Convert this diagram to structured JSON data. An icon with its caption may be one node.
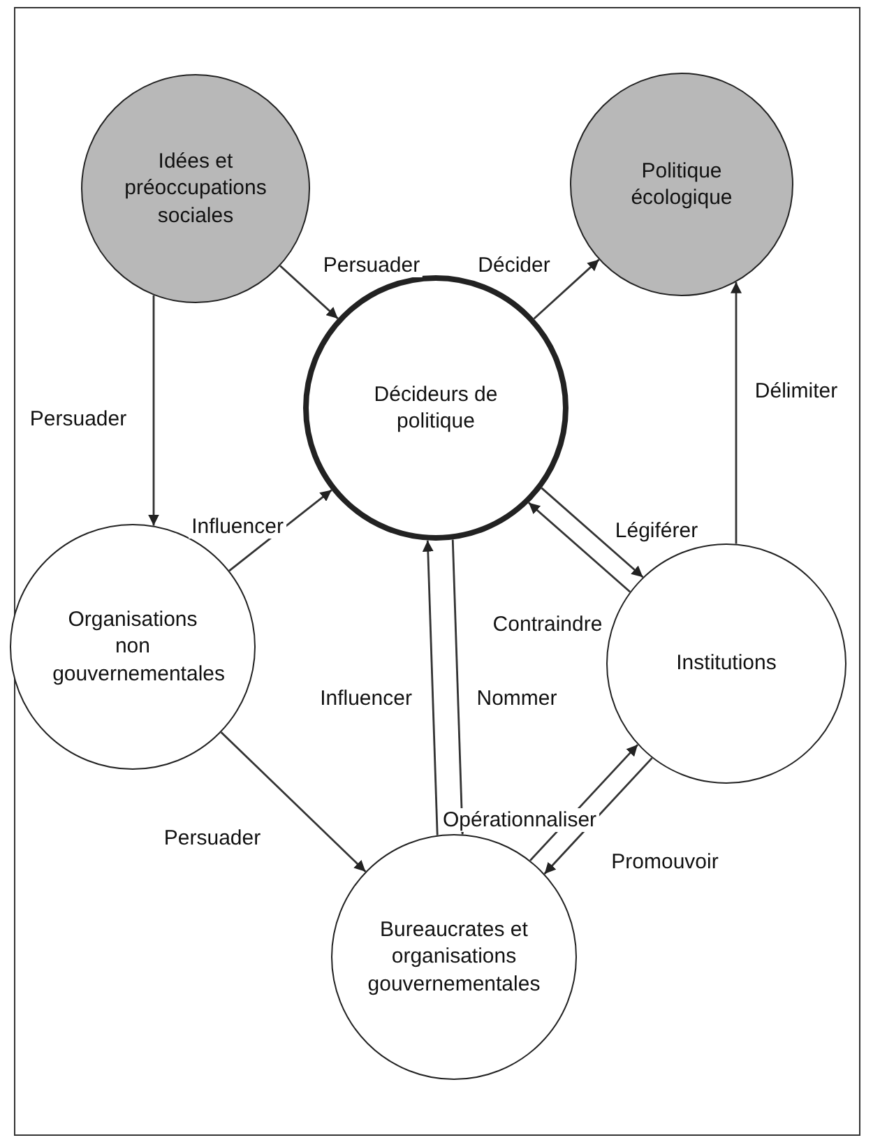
{
  "diagram": {
    "nodes": [
      {
        "text": [
          "Idées et préoccupations sociales"
        ]
      },
      {
        "text": [
          "Politique écologique"
        ]
      },
      {
        "text": [
          "Décideurs de politique"
        ]
      },
      {
        "text": [
          "Organisations non gouvernementales"
        ]
      },
      {
        "text": [
          "Institutions"
        ]
      },
      {
        "text": [
          "Bureaucrates et organisations gouvernementales"
        ]
      }
    ],
    "edges": [
      {
        "from": 0,
        "to": 2,
        "arrow": "to",
        "label": "Persuader"
      },
      {
        "from": 2,
        "to": 1,
        "arrow": "to",
        "label": "Décider"
      },
      {
        "from": 0,
        "to": 3,
        "arrow": "to",
        "label": "Persuader"
      },
      {
        "from": 4,
        "to": 1,
        "arrow": "to",
        "label": "Délimiter"
      },
      {
        "from": 3,
        "to": 2,
        "arrow": "to",
        "label": "Influencer"
      },
      {
        "from": 2,
        "to": 4,
        "arrow": "to",
        "label": "Légiférer"
      },
      {
        "from": 4,
        "to": 2,
        "arrow": "to",
        "label": "Contraindre"
      },
      {
        "from": 5,
        "to": 2,
        "arrow": "to",
        "label": "Influencer"
      },
      {
        "from": 2,
        "to": 5,
        "arrow": "to",
        "label": "Nommer"
      },
      {
        "from": 5,
        "to": 4,
        "arrow": "to",
        "label": "Opérationnaliser"
      },
      {
        "from": 4,
        "to": 5,
        "arrow": "to",
        "label": "Promouvoir"
      },
      {
        "from": 3,
        "to": 5,
        "arrow": "to",
        "label": "Persuader"
      }
    ]
  }
}
